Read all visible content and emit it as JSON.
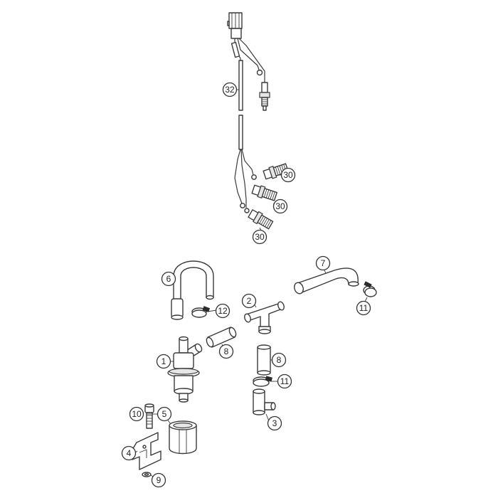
{
  "callouts": {
    "c32": "32",
    "c30a": "30",
    "c30b": "30",
    "c30c": "30",
    "c6": "6",
    "c12": "12",
    "c2": "2",
    "c7": "7",
    "c11a": "11",
    "c11b": "11",
    "c1": "1",
    "c8a": "8",
    "c8b": "8",
    "c10": "10",
    "c5": "5",
    "c3": "3",
    "c4": "4",
    "c9": "9"
  }
}
